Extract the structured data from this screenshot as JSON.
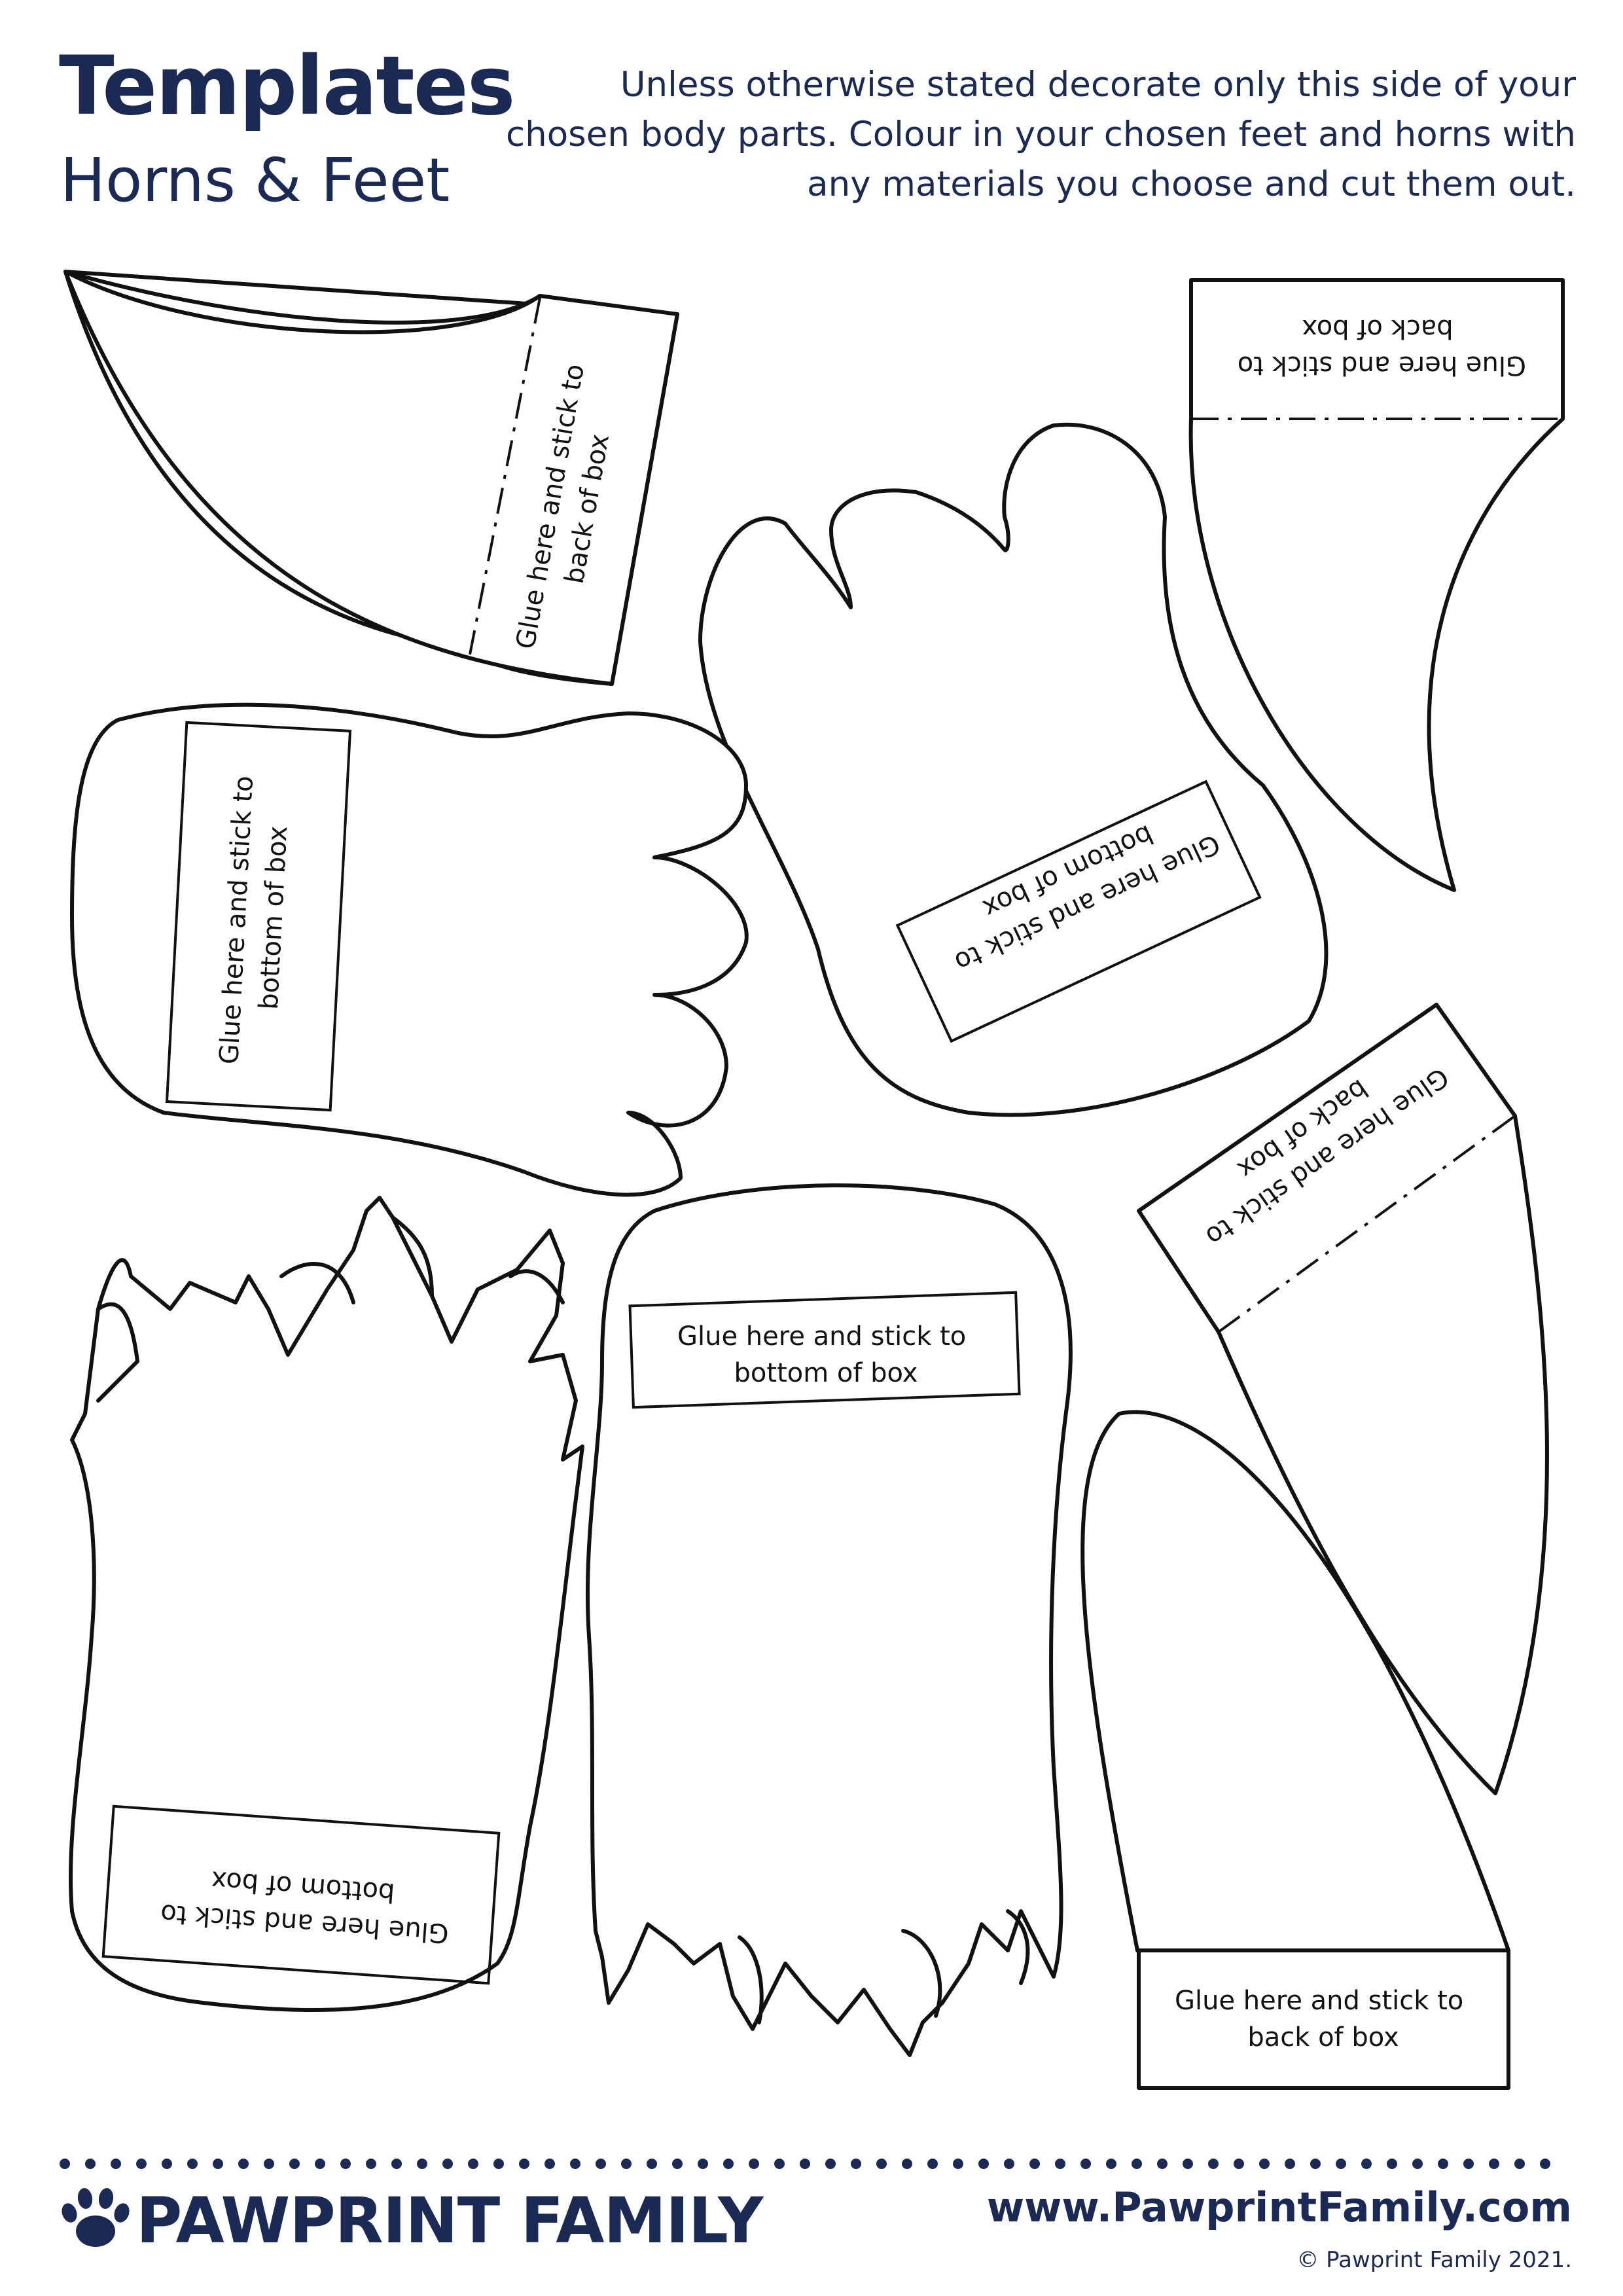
{
  "header": {
    "title": "Templates",
    "subtitle": "Horns & Feet",
    "instructions": "Unless otherwise stated decorate only this side of your chosen body parts. Colour in your chosen feet and horns with any materials you choose and cut them out."
  },
  "templates": {
    "horn_top_left": {
      "label_line1": "Glue here and stick to",
      "label_line2": "back of box"
    },
    "horn_top_right": {
      "label_line1": "Glue here and stick to",
      "label_line2": "back of box"
    },
    "paw_upright": {
      "label_line1": "Glue here and stick to",
      "label_line2": "bottom of box"
    },
    "paw_left": {
      "label_line1": "Glue here and stick to",
      "label_line2": "bottom of box"
    },
    "horn_mid_right": {
      "label_line1": "Glue here and stick to",
      "label_line2": "back of box"
    },
    "claw_foot_left": {
      "label_line1": "Glue here and stick to",
      "label_line2": "bottom of box"
    },
    "claw_foot_center": {
      "label_line1": "Glue here and stick to",
      "label_line2": "bottom of box"
    },
    "horn_bottom_right": {
      "label_line1": "Glue here and stick to",
      "label_line2": "back of box"
    }
  },
  "footer": {
    "brand": "PAWPRINT FAMILY",
    "url": "www.PawprintFamily.com",
    "copyright": "© Pawprint Family 2021."
  },
  "colors": {
    "brand_navy": "#1b2a55",
    "outline": "#111111"
  },
  "icons": {
    "brand_logo": "paw-print-icon"
  }
}
